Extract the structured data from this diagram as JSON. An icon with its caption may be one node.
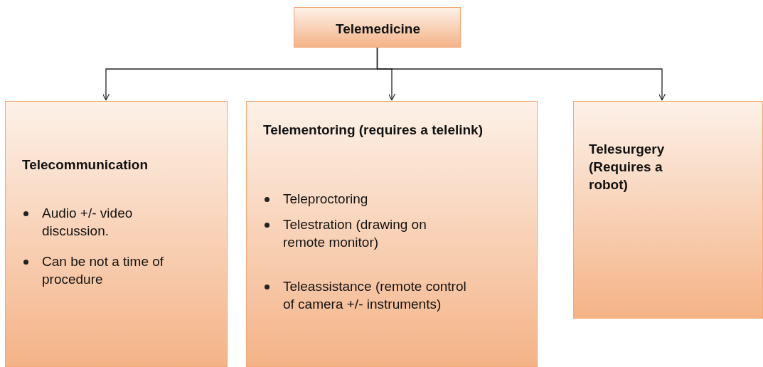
{
  "diagram": {
    "nodes": [
      {
        "text": [
          "Telemedicine"
        ]
      },
      {
        "text": [
          "Telecommunication",
          "Audio +/- video discussion.",
          "Can be not a time of procedure"
        ]
      },
      {
        "text": [
          "Telementoring (requires a telelink)",
          "Teleproctoring",
          "Telestration (drawing on remote monitor)",
          "Teleassistance (remote control of camera +/- instruments)"
        ]
      },
      {
        "text": [
          "Telesurgery (Requires a robot)"
        ]
      }
    ],
    "edges": [
      {
        "from": 0,
        "to": 1,
        "arrow": "to"
      },
      {
        "from": 0,
        "to": 2,
        "arrow": "to"
      },
      {
        "from": 0,
        "to": 3,
        "arrow": "to"
      }
    ]
  }
}
